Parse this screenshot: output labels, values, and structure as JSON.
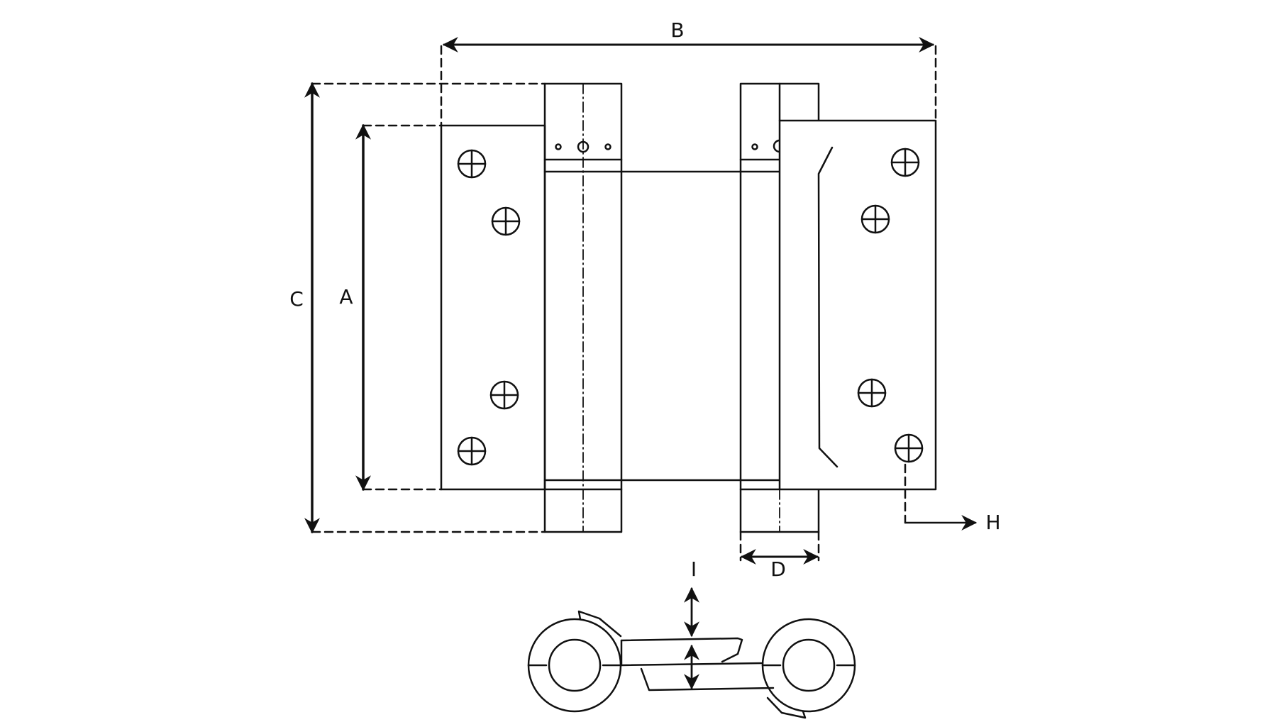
{
  "diagram": {
    "labels": {
      "A": "A",
      "B": "B",
      "C": "C",
      "D": "D",
      "H": "H",
      "I": "I"
    },
    "colors": {
      "background": "#ffffff",
      "stroke": "#111111"
    }
  }
}
